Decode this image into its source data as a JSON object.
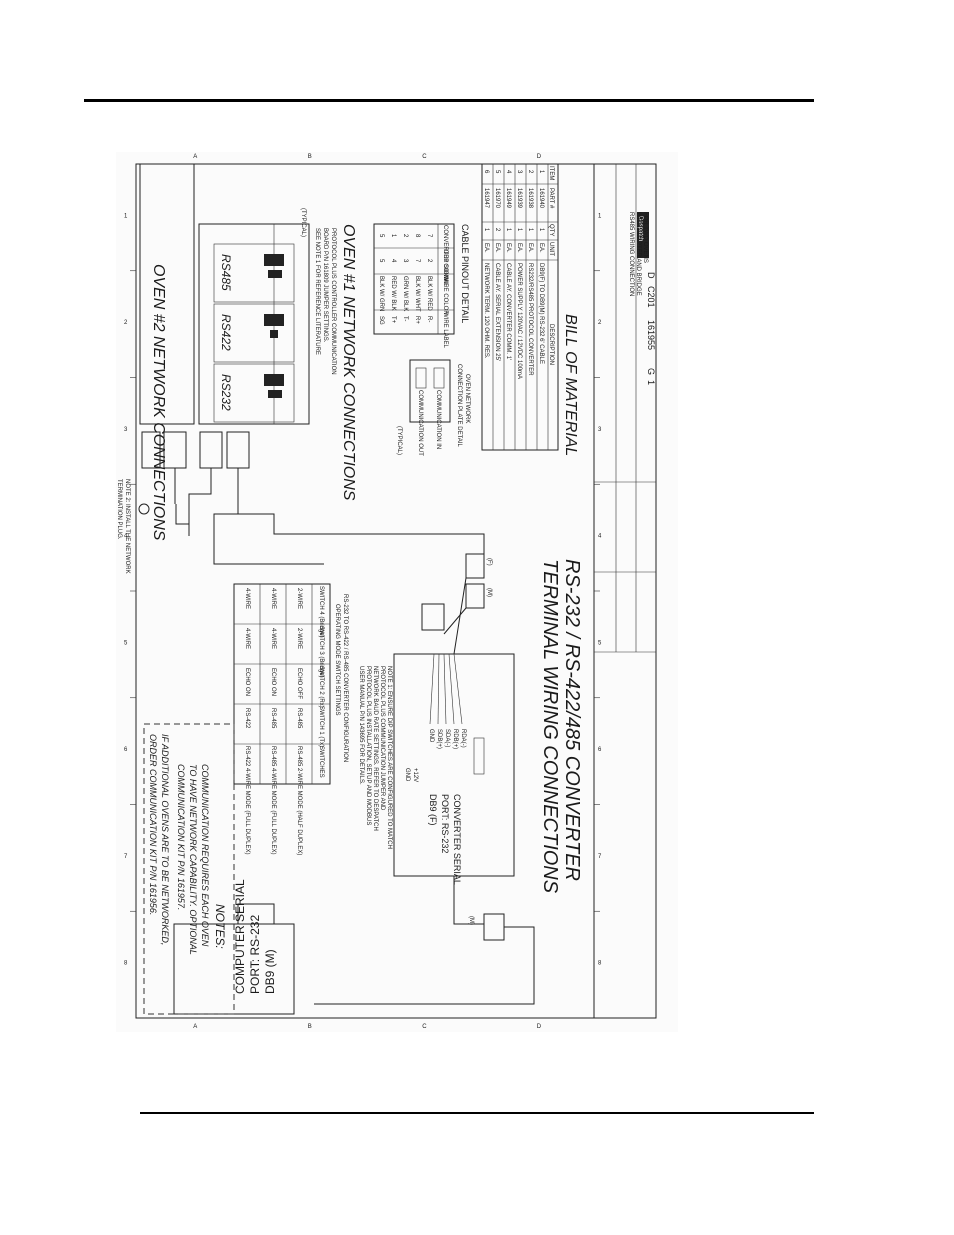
{
  "drawing": {
    "title": [
      "RS-232 / RS-422/485 CONVERTER",
      "TERMINAL WIRING CONNECTIONS"
    ],
    "zones_numbers": [
      "1",
      "2",
      "3",
      "4",
      "5",
      "6",
      "7",
      "8"
    ],
    "zones_letters": [
      "D",
      "C",
      "B",
      "A"
    ],
    "bom": {
      "heading": "BILL OF MATERIAL",
      "columns": [
        "ITEM",
        "PART #",
        "QTY",
        "UNIT",
        "DESCRIPTION"
      ],
      "rows": [
        [
          "1",
          "161940",
          "1",
          "EA.",
          "DB9(F) TO DB9(M) RS-232 6' CABLE"
        ],
        [
          "2",
          "161938",
          "1",
          "EA.",
          "RS232/RS485 PROTOCOL CONVERTER"
        ],
        [
          "3",
          "161939",
          "1",
          "EA.",
          "POWER SUPPLY 120VAC / 12VDC 100mA"
        ],
        [
          "4",
          "161949",
          "1",
          "EA.",
          "CABLE AY. CONVERTER COMM. 1'"
        ],
        [
          "5",
          "161970",
          "2",
          "EA.",
          "CABLE AY. SERIAL EXTENSION 25'"
        ],
        [
          "6",
          "161947",
          "1",
          "EA.",
          "NETWORK TERM. 120 OHM. RES."
        ]
      ]
    },
    "cable_pinout": {
      "heading": "CABLE PINOUT DETAIL",
      "columns": [
        "CONVERTER SIGNAL",
        "DB9 CONN.",
        "WIRE COLOR",
        "WIRE LABEL"
      ],
      "rows": [
        [
          "7",
          "2",
          "BLK W/ RED",
          "R-"
        ],
        [
          "8",
          "7",
          "BLK W/ WHT",
          "R+"
        ],
        [
          "2",
          "3",
          "GRN W/ BLK",
          "T-"
        ],
        [
          "1",
          "4",
          "RED W/ BLK",
          "T+"
        ],
        [
          "5",
          "5",
          "BLK W/ GRN",
          "SG"
        ]
      ]
    },
    "plate_detail": [
      "OVEN NETWORK",
      "CONNECTION PLATE DETAIL",
      "(TYPICAL)"
    ],
    "plate_labels": [
      "COMMUNICATION IN",
      "COMMUNICATION OUT"
    ],
    "oven1": {
      "heading": "OVEN #1 NETWORK CONNECTIONS",
      "board_note": [
        "PROTOCOL PLUS CONTROLLER COMMUNICATION",
        "BOARD P/N 161809 JUMPER SETTINGS.",
        "SEE NOTE 1 FOR REFERENCE LITERATURE"
      ],
      "modes": [
        "RS232",
        "RS422",
        "RS485"
      ],
      "typical": "(TYPICAL)"
    },
    "oven2": {
      "heading": "OVEN #2 NETWORK CONNECTIONS"
    },
    "converter": {
      "port_label": [
        "CONVERTER SERIAL",
        "PORT: RS-232",
        "DB9 (F)"
      ],
      "terminal_labels": [
        "RDA(-)",
        "RDB(+)",
        "SDA(-)",
        "SDB(+)",
        "GND"
      ],
      "power_labels": [
        "+12V",
        "GND"
      ],
      "note1": [
        "NOTE 1: ENSURE DIP SWITCHES ARE CONFIGURED TO MATCH",
        "PROTOCOL PLUS COMMUNICATION JUMPER AND",
        "NETWORK BAUD RATE SETTINGS. REFER TO DESPATCH",
        "PROTOCOL PLUS INSTALLATION, SETUP AND MODBUS",
        "USER MANUAL P/N 143695 FOR DETAILS."
      ]
    },
    "switch_config": {
      "heading": "RS-232 TO RS-422 / RS-485 CONVERTER CONFIGURATION",
      "subheading": "OPERATING MODE SWITCH SETTINGS",
      "columns": [
        "SWITCHES",
        "SWITCH 1 (Tx)",
        "SWITCH 2 (Rx)",
        "SWITCH 3 (Bridge)",
        "SWITCH 4 (Bridge)"
      ],
      "rows": [
        [
          "RS-485 2-WIRE MODE (HALF DUPLEX)",
          "RS-485",
          "ECHO OFF",
          "2-WIRE",
          "2-WIRE"
        ],
        [
          "RS-485 4-WIRE MODE (FULL DUPLEX)",
          "RS-485",
          "ECHO ON",
          "4-WIRE",
          "4-WIRE"
        ],
        [
          "RS-422 4-WIRE MODE (FULL DUPLEX)",
          "RS-422",
          "ECHO ON",
          "4-WIRE",
          "4-WIRE"
        ]
      ]
    },
    "note2": [
      "NOTE 2: INSTALL THE NETWORK",
      "TERMINATION PLUG."
    ],
    "computer": [
      "COMPUTER SERIAL",
      "PORT: RS-232",
      "DB9 (M)"
    ],
    "notes": {
      "heading": "NOTES:",
      "lines": [
        "COMMUNICATION REQUIRES EACH OVEN",
        "TO HAVE NETWORK CAPABILITY. OPTIONAL",
        "COMMUNICATION KIT P/N 161957.",
        "IF ADDITIONAL OVENS ARE TO BE NETWORKED,",
        "ORDER COMMUNICATION KIT P/N 161956."
      ]
    },
    "connector_tags": [
      "(F)",
      "(M)"
    ],
    "title_block": {
      "company": "Despatch",
      "lines": [
        "RS485 WIRING CONNECTION",
        "WITH ADAPTER AND BRIDGE",
        "FOR TWO OVENS"
      ],
      "drawing_no": "161955",
      "size": "D",
      "rev": "G",
      "sheet": "1",
      "code": "C201"
    }
  }
}
